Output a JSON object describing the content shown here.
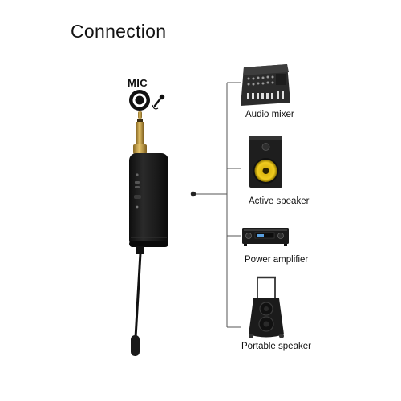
{
  "heading": "Connection",
  "jack_label": "MIC",
  "devices": [
    {
      "name": "Audio mixer",
      "icon": "audio-mixer-icon"
    },
    {
      "name": "Active speaker",
      "icon": "active-speaker-icon"
    },
    {
      "name": "Power amplifier",
      "icon": "power-amplifier-icon"
    },
    {
      "name": "Portable speaker",
      "icon": "portable-speaker-icon"
    }
  ],
  "colors": {
    "receiver_body": "#1c1c1c",
    "plug_gold": "#c9a24a",
    "woofer_yellow": "#e8c21a",
    "line": "#555555"
  }
}
